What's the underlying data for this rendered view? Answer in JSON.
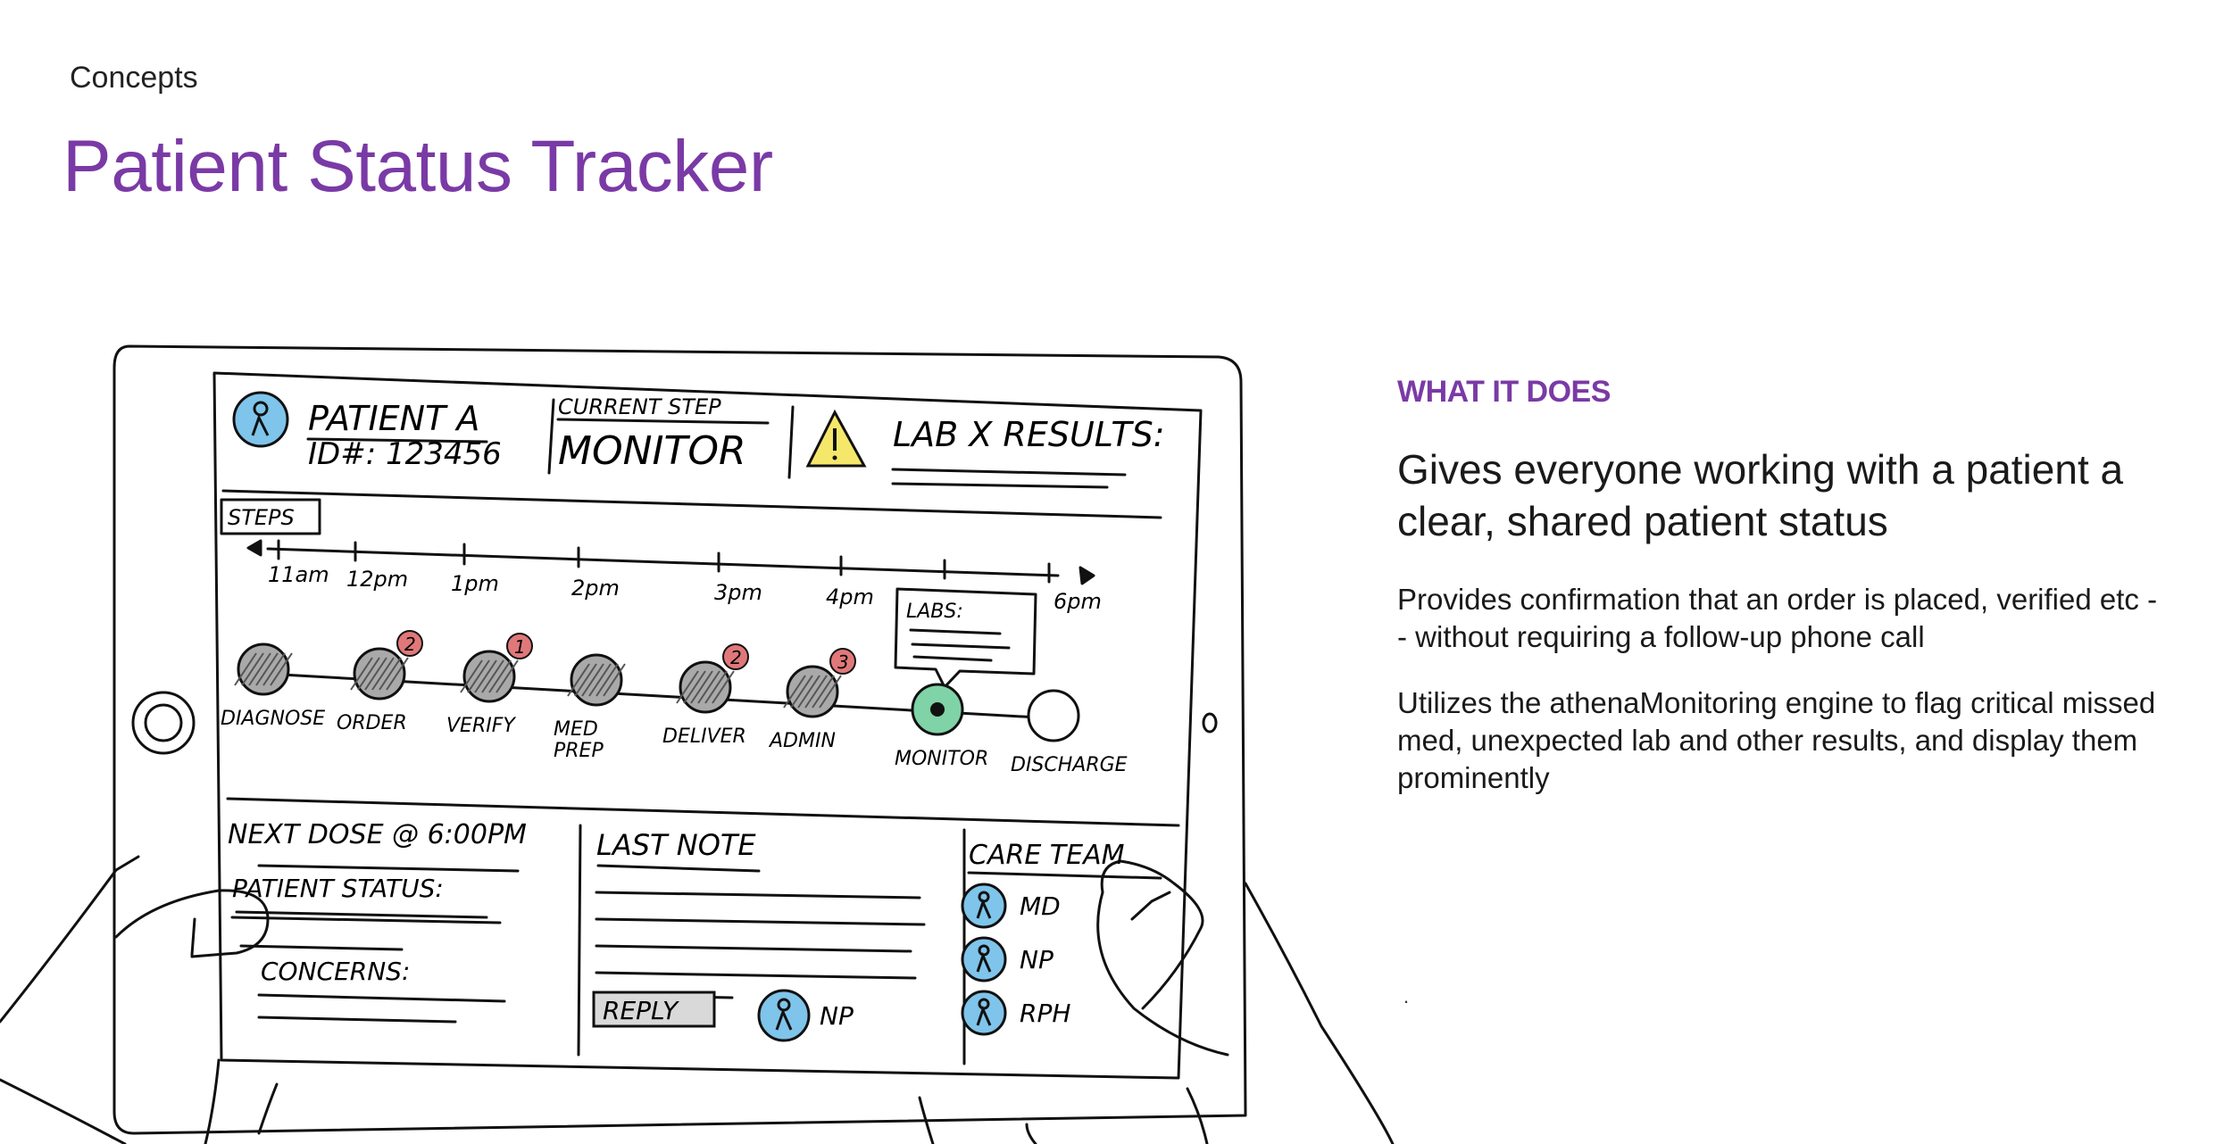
{
  "header": {
    "eyebrow": "Concepts",
    "title": "Patient Status Tracker"
  },
  "colors": {
    "accent": "#7a3aa6",
    "avatar_blue": "#7fc4ea",
    "warning_yellow": "#f5e76a",
    "step_current_green": "#7fd3a6",
    "badge_red": "#e0787a",
    "reply_gray": "#d9d9d9"
  },
  "sketch": {
    "patient_name": "PATIENT A",
    "patient_id": "ID#: 123456",
    "current_step_label": "CURRENT STEP",
    "current_step_value": "MONITOR",
    "lab_results_label": "LAB X RESULTS:",
    "steps_label": "STEPS",
    "timeline_ticks": [
      "11am",
      "12pm",
      "1pm",
      "2pm",
      "3pm",
      "4pm",
      "6pm"
    ],
    "labs_popup_label": "LABS:",
    "steps": [
      {
        "label": "DIAGNOSE",
        "badge": "",
        "state": "done"
      },
      {
        "label": "ORDER",
        "badge": "2",
        "state": "done"
      },
      {
        "label": "VERIFY",
        "badge": "1",
        "state": "done"
      },
      {
        "label": "MED PREP",
        "badge": "",
        "state": "done"
      },
      {
        "label": "DELIVER",
        "badge": "2",
        "state": "done"
      },
      {
        "label": "ADMIN",
        "badge": "3",
        "state": "done"
      },
      {
        "label": "MONITOR",
        "badge": "",
        "state": "current"
      },
      {
        "label": "DISCHARGE",
        "badge": "",
        "state": "pending"
      }
    ],
    "next_dose": "NEXT DOSE @ 6:00PM",
    "patient_status_label": "PATIENT STATUS:",
    "concerns_label": "CONCERNS:",
    "last_note_label": "LAST NOTE",
    "reply_label": "REPLY",
    "note_author": "NP",
    "care_team_label": "CARE TEAM",
    "care_team": [
      "MD",
      "NP",
      "RPH"
    ]
  },
  "side": {
    "heading": "WHAT IT DOES",
    "lead": "Gives everyone working with a patient a clear, shared patient status",
    "para1": "Provides confirmation that an order is placed, verified etc -- without requiring a follow-up phone call",
    "para2": "Utilizes the athenaMonitoring engine to flag critical missed med, unexpected lab and other results, and display them prominently",
    "bullet": "."
  }
}
